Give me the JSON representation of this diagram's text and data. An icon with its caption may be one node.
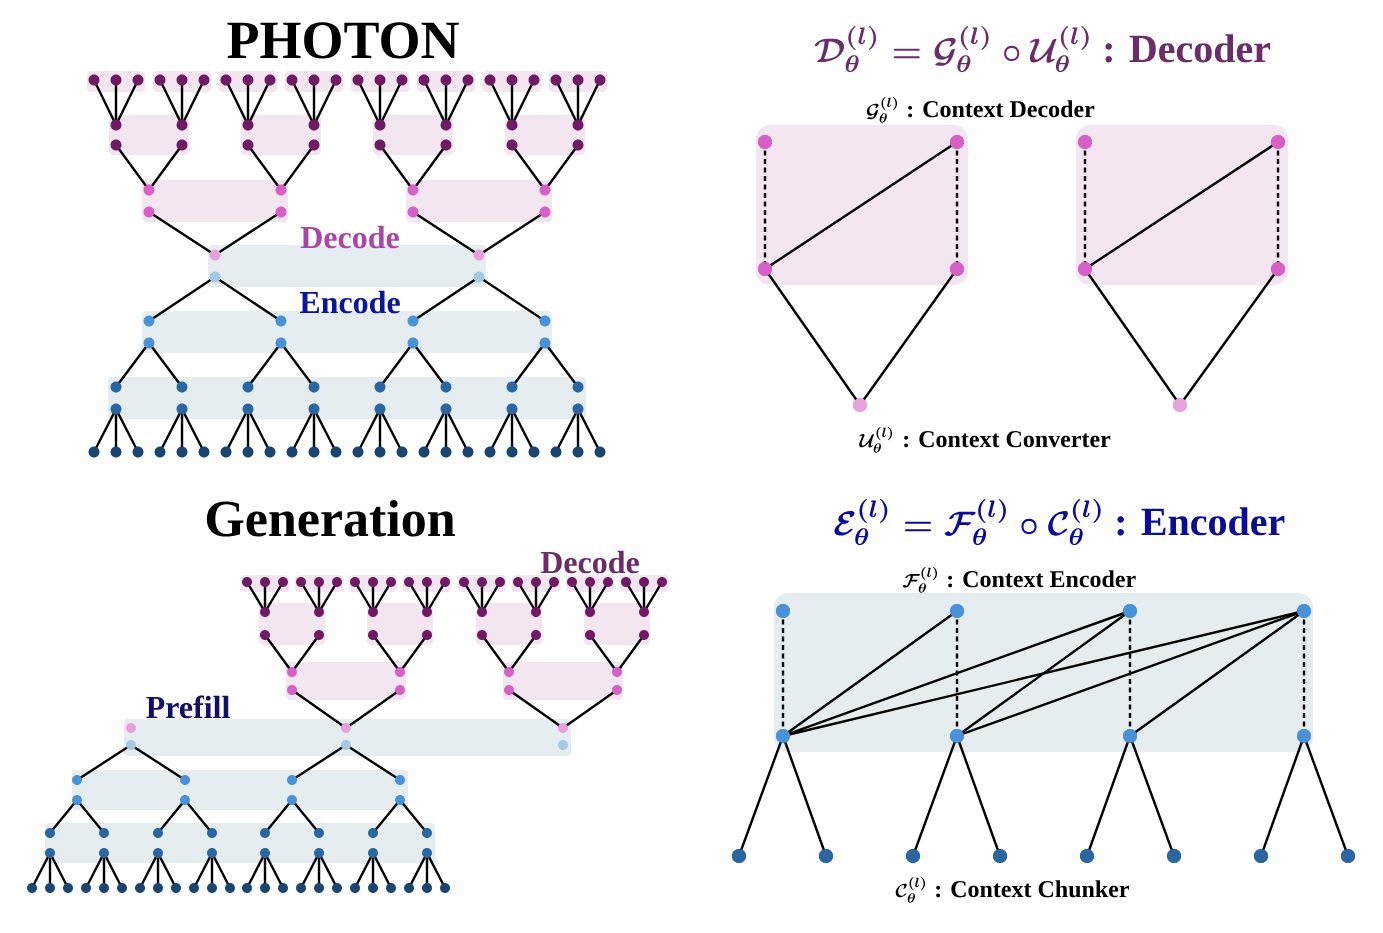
{
  "diagram": {
    "nodes": [
      {
        "text": [],
        "shape": "circle"
      },
      {
        "text": [],
        "shape": "circle"
      },
      {
        "text": [],
        "shape": "circle"
      },
      {
        "text": [],
        "shape": "circle"
      },
      {
        "text": [],
        "shape": "circle"
      },
      {
        "text": [],
        "shape": "circle"
      },
      {
        "text": [],
        "shape": "circle"
      },
      {
        "text": [],
        "shape": "circle"
      },
      {
        "text": [],
        "shape": "circle"
      },
      {
        "text": [],
        "shape": "circle"
      },
      {
        "text": [],
        "shape": "circle"
      },
      {
        "text": [],
        "shape": "circle"
      },
      {
        "text": [],
        "shape": "circle"
      },
      {
        "text": [],
        "shape": "circle"
      },
      {
        "text": [],
        "shape": "circle"
      },
      {
        "text": [],
        "shape": "circle"
      },
      {
        "text": [],
        "shape": "circle"
      },
      {
        "text": [],
        "shape": "circle"
      },
      {
        "text": [],
        "shape": "circle"
      },
      {
        "text": [],
        "shape": "circle"
      },
      {
        "text": [],
        "shape": "circle"
      },
      {
        "text": [],
        "shape": "circle"
      },
      {
        "text": [],
        "shape": "circle"
      },
      {
        "text": [],
        "shape": "circle"
      },
      {
        "text": [],
        "shape": "circle"
      },
      {
        "text": [],
        "shape": "circle"
      }
    ],
    "edges": [
      {
        "from": 0,
        "to": 4,
        "arrow": "none",
        "style": "dashed"
      },
      {
        "from": 1,
        "to": 5,
        "arrow": "none",
        "style": "dashed"
      },
      {
        "from": 4,
        "to": 1,
        "arrow": "none"
      },
      {
        "from": 4,
        "to": 8,
        "arrow": "none"
      },
      {
        "from": 5,
        "to": 8,
        "arrow": "none"
      },
      {
        "from": 2,
        "to": 6,
        "arrow": "none",
        "style": "dashed"
      },
      {
        "from": 3,
        "to": 7,
        "arrow": "none",
        "style": "dashed"
      },
      {
        "from": 6,
        "to": 3,
        "arrow": "none"
      },
      {
        "from": 6,
        "to": 9,
        "arrow": "none"
      },
      {
        "from": 7,
        "to": 9,
        "arrow": "none"
      },
      {
        "from": 10,
        "to": 14,
        "arrow": "none",
        "style": "dashed"
      },
      {
        "from": 11,
        "to": 15,
        "arrow": "none",
        "style": "dashed"
      },
      {
        "from": 12,
        "to": 16,
        "arrow": "none",
        "style": "dashed"
      },
      {
        "from": 13,
        "to": 17,
        "arrow": "none",
        "style": "dashed"
      },
      {
        "from": 14,
        "to": 11,
        "arrow": "none"
      },
      {
        "from": 14,
        "to": 12,
        "arrow": "none"
      },
      {
        "from": 14,
        "to": 13,
        "arrow": "none"
      },
      {
        "from": 15,
        "to": 12,
        "arrow": "none"
      },
      {
        "from": 15,
        "to": 13,
        "arrow": "none"
      },
      {
        "from": 16,
        "to": 13,
        "arrow": "none"
      },
      {
        "from": 14,
        "to": 18,
        "arrow": "none"
      },
      {
        "from": 14,
        "to": 19,
        "arrow": "none"
      },
      {
        "from": 15,
        "to": 20,
        "arrow": "none"
      },
      {
        "from": 15,
        "to": 21,
        "arrow": "none"
      },
      {
        "from": 16,
        "to": 22,
        "arrow": "none"
      },
      {
        "from": 16,
        "to": 23,
        "arrow": "none"
      },
      {
        "from": 17,
        "to": 24,
        "arrow": "none"
      },
      {
        "from": 17,
        "to": 25,
        "arrow": "none"
      }
    ],
    "labels": [
      "PHOTON",
      "\\mathcal{D}_{\\theta}^{(l)} = \\mathcal{G}_{\\theta}^{(l)} \\circ \\mathcal{U}_{\\theta}^{(l)}",
      ": Decoder",
      "\\mathcal{G}_{\\theta}^{(l)}",
      ": Context Decoder",
      "Decode",
      "Encode",
      "\\mathcal{U}_{\\theta}^{(l)}",
      ": Context Converter",
      "Generation",
      "\\mathcal{E}_{\\theta}^{(l)} = \\mathcal{F}_{\\theta}^{(l)} \\circ \\mathcal{C}_{\\theta}^{(l)}",
      ": Encoder",
      "Decode",
      "\\mathcal{F}_{\\theta}^{(l)}",
      ": Context Encoder",
      "Prefill",
      "\\mathcal{C}_{\\theta}^{(l)}",
      ": Context Chunker"
    ]
  }
}
